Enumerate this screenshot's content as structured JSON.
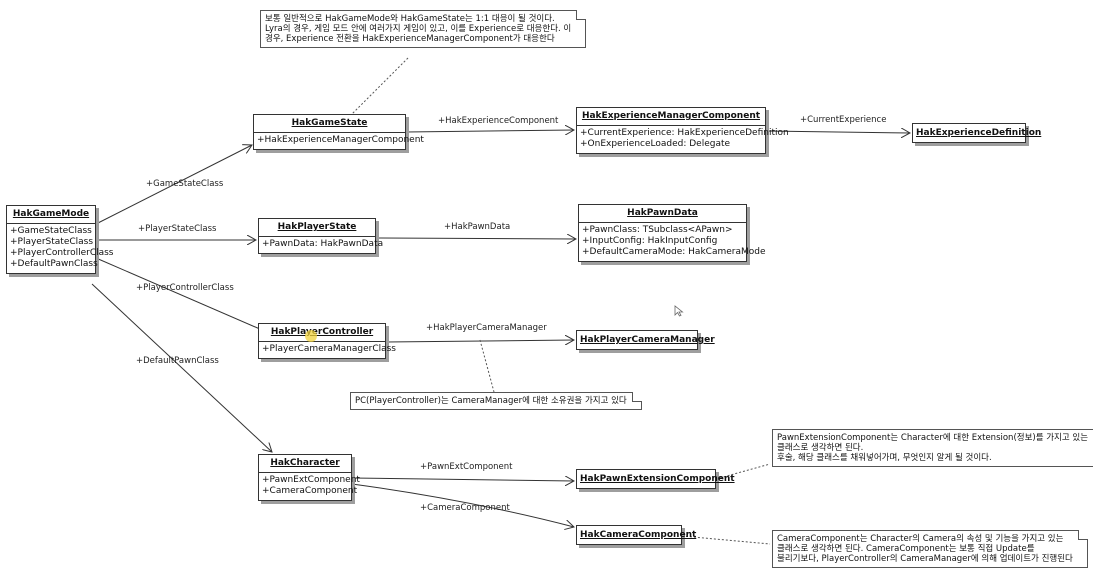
{
  "classes": {
    "gamemode": {
      "title": "HakGameMode",
      "attrs": [
        "+GameStateClass",
        "+PlayerStateClass",
        "+PlayerControllerClass",
        "+DefaultPawnClass"
      ]
    },
    "gamestate": {
      "title": "HakGameState",
      "attrs": [
        "+HakExperienceManagerComponent"
      ]
    },
    "expmgr": {
      "title": "HakExperienceManagerComponent",
      "attrs": [
        "+CurrentExperience: HakExperienceDefinition",
        "+OnExperienceLoaded: Delegate"
      ]
    },
    "expdef": {
      "title": "HakExperienceDefinition"
    },
    "playerstate": {
      "title": "HakPlayerState",
      "attrs": [
        "+PawnData: HakPawnData"
      ]
    },
    "pawndata": {
      "title": "HakPawnData",
      "attrs": [
        "+PawnClass: TSubclass<APawn>",
        "+InputConfig: HakInputConfig",
        "+DefaultCameraMode: HakCameraMode"
      ]
    },
    "playercontroller": {
      "title": "HakPlayerController",
      "attrs": [
        "+PlayerCameraManagerClass"
      ]
    },
    "cameramanager": {
      "title": "HakPlayerCameraManager"
    },
    "character": {
      "title": "HakCharacter",
      "attrs": [
        "+PawnExtComponent",
        "+CameraComponent"
      ]
    },
    "pawnext": {
      "title": "HakPawnExtensionComponent"
    },
    "camera": {
      "title": "HakCameraComponent"
    }
  },
  "edge_labels": {
    "gamestate_class": "+GameStateClass",
    "playerstate_class": "+PlayerStateClass",
    "playercontroller_class": "+PlayerControllerClass",
    "defaultpawn_class": "+DefaultPawnClass",
    "exp_component": "+HakExperienceComponent",
    "current_experience": "+CurrentExperience",
    "pawn_data": "+HakPawnData",
    "camera_manager": "+HakPlayerCameraManager",
    "pawn_ext_component": "+PawnExtComponent",
    "camera_component": "+CameraComponent"
  },
  "notes": {
    "top": [
      "보통 일반적으로 HakGameMode와 HakGameState는 1:1 대응이 될 것이다.",
      "Lyra의 경우, 게임 모드 안에 여러가지 게임이 있고, 이를 Experience로 대응한다. 이",
      "경우, Experience 전환을 HakExperienceManagerComponent가 대응한다"
    ],
    "pc": [
      "PC(PlayerController)는 CameraManager에 대한 소유권을 가지고 있다"
    ],
    "pawnext": [
      "PawnExtensionComponent는 Character에 대한 Extension(정보)를 가지고 있는",
      "클래스로 생각하면 된다.",
      "후술, 해당 클래스를 채워넣어가며, 무엇인지 알게 될 것이다."
    ],
    "camera": [
      "CameraComponent는 Character의 Camera의 속성 및 기능을 가지고 있는",
      "클래스로 생각하면 된다. CameraComponent는 보통 직접 Update를",
      "불리기보다, PlayerController의 CameraManager에 의해 업데이트가 진행된다"
    ]
  }
}
